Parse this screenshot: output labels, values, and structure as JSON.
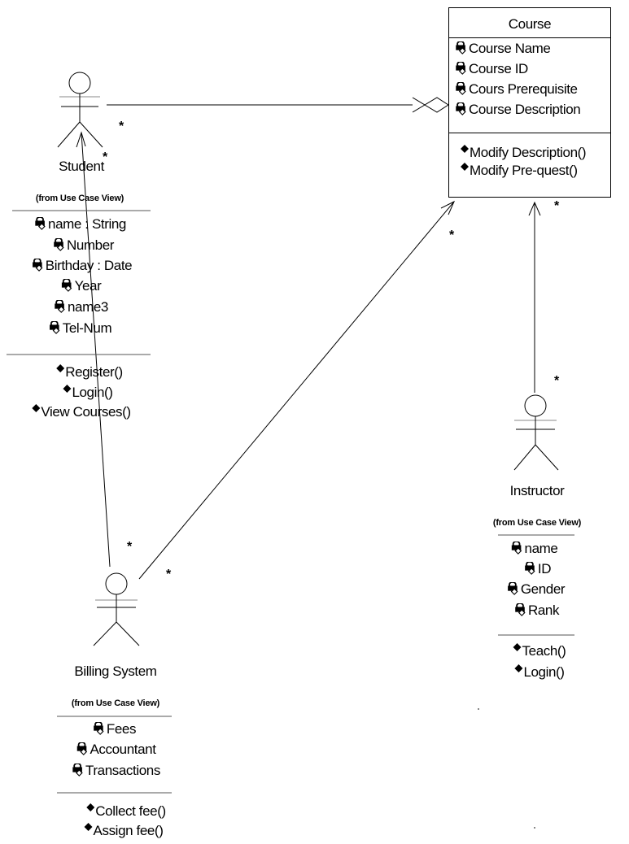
{
  "course": {
    "title": "Course",
    "attributes": [
      "Course Name",
      "Course ID",
      "Cours  Prerequisite",
      "Course Description"
    ],
    "operations": [
      "Modify Description()",
      "Modify Pre-quest()"
    ]
  },
  "student": {
    "name": "Student",
    "stereotype": "(from Use Case View)",
    "attributes": [
      "name : String",
      "Number",
      "Birthday : Date",
      "Year",
      "name3",
      "Tel-Num"
    ],
    "operations": [
      "Register()",
      "Login()",
      "View Courses()"
    ]
  },
  "instructor": {
    "name": "Instructor",
    "stereotype": "(from Use Case View)",
    "attributes": [
      "name",
      "ID",
      "Gender",
      "Rank"
    ],
    "operations": [
      "Teach()",
      "Login()"
    ]
  },
  "billing": {
    "name": "Billing System",
    "stereotype": "(from Use Case View)",
    "attributes": [
      "Fees",
      "Accountant",
      "Transactions"
    ],
    "operations": [
      "Collect fee()",
      "Assign fee()"
    ]
  },
  "multiplicities": {
    "student_course": "*",
    "student_billing": "*",
    "billing_student": "*",
    "billing_course_near_billing": "*",
    "billing_course_near_course": "*",
    "instructor_course_near_course": "*",
    "instructor_course_near_instructor": "*"
  },
  "icons": {
    "attribute": "lock-icon",
    "operation": "diamond-icon"
  }
}
